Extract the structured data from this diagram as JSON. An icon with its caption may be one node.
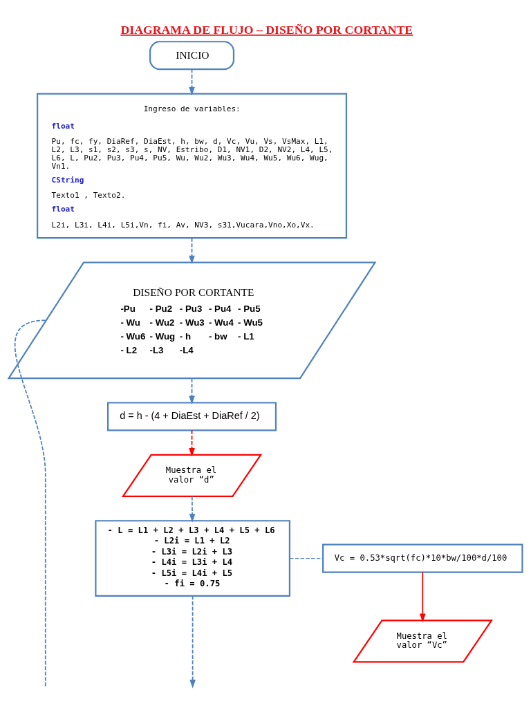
{
  "diagram": {
    "title": "DIAGRAMA DE FLUJO – DISEÑO POR CORTANTE",
    "nodes": [
      {
        "text": [
          "INICIO"
        ]
      },
      {
        "text": [
          "Ingreso de variables:",
          "float",
          "Pu, fc, fy, DiaRef, DiaEst, h, bw, d, Vc, Vu, Vs, VsMax, L1, L2, L3, s1, s2, s3, s, NV, Estribo, D1, NV1, D2, NV2, L4, L5, L6, L, Pu2, Pu3, Pu4, Pu5, Wu, Wu2, Wu3, Wu4, Wu5, Wu6, Wug, Vn1.",
          "CString",
          "Texto1 , Texto2.",
          "float",
          "L2i, L3i, L4i, L5i,Vn, fi, Av, NV3, s31,Vucara,Vno,Xo,Vx."
        ]
      },
      {
        "text": [
          "DISEÑO POR CORTANTE",
          "-Pu",
          "- Pu2",
          "- Pu3",
          "- Pu4",
          "- Pu5",
          "- Wu",
          "- Wu2",
          "- Wu3",
          "- Wu4",
          "- Wu5",
          "- Wu6",
          "- Wug",
          "- h",
          "- bw",
          "- L1",
          "- L2",
          "-L3",
          "-L4"
        ]
      },
      {
        "text": [
          "d = h - (4 + DiaEst + DiaRef / 2)"
        ]
      },
      {
        "text": [
          "Muestra el valor “d”"
        ]
      },
      {
        "text": [
          "- L = L1 + L2 + L3 + L4 + L5 + L6",
          "- L2i = L1 + L2",
          "- L3i = L2i + L3",
          "- L4i = L3i + L4",
          "- L5i = L4i + L5",
          "- fi = 0.75"
        ]
      },
      {
        "text": [
          "Vc = 0.53*sqrt(fc)*10*bw/100*d/100"
        ]
      },
      {
        "text": [
          "Muestra el valor “Vc”"
        ]
      }
    ],
    "edges": [
      {
        "from": 0,
        "to": 1,
        "arrow": "to",
        "style": "dashed"
      },
      {
        "from": 1,
        "to": 2,
        "arrow": "to",
        "style": "dashed"
      },
      {
        "from": 2,
        "to": 3,
        "arrow": "to",
        "style": "dashed"
      },
      {
        "from": 3,
        "to": 4,
        "arrow": "to",
        "style": "dashed",
        "color": "#ff0000"
      },
      {
        "from": 4,
        "to": 5,
        "arrow": "to",
        "style": "dashed"
      },
      {
        "from": 5,
        "to": 6,
        "arrow": "none",
        "style": "dashed"
      },
      {
        "from": 6,
        "to": 7,
        "arrow": "to",
        "color": "#ff0000"
      },
      {
        "from": 5,
        "to": null,
        "arrow": "to",
        "style": "dashed"
      },
      {
        "from": 2,
        "to": null,
        "arrow": "none",
        "style": "dashed"
      }
    ]
  }
}
